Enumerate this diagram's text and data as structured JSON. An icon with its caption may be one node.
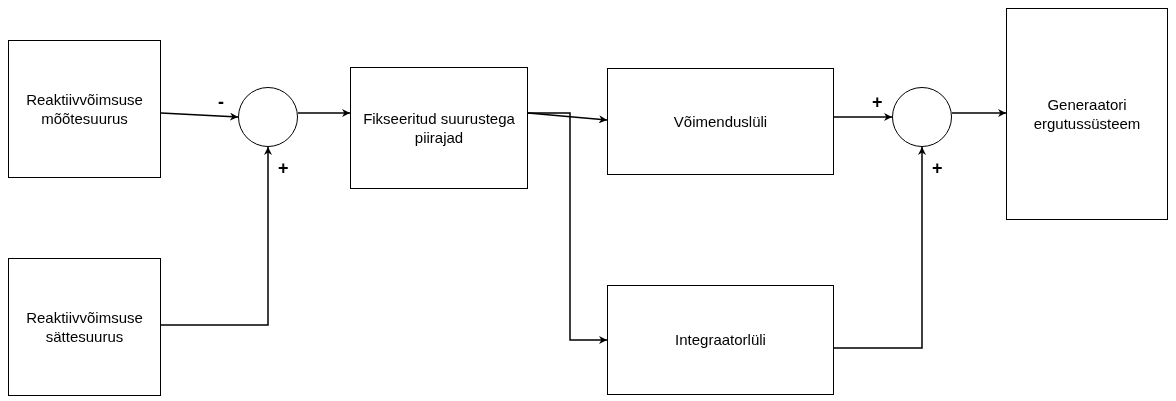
{
  "diagram": {
    "nodes": [
      {
        "text": [
          "Reaktiivvõimsuse mõõtesuurus"
        ]
      },
      {
        "text": [],
        "shape": "circle"
      },
      {
        "text": [
          "Fikseeritud suurustega piirajad"
        ]
      },
      {
        "text": [
          "Võimenduslüli"
        ]
      },
      {
        "text": [],
        "shape": "circle"
      },
      {
        "text": [
          "Generaatori ergutussüsteem"
        ]
      },
      {
        "text": [
          "Reaktiivvõimsuse sättesuurus"
        ]
      },
      {
        "text": [
          "Integraatorlüli"
        ]
      }
    ],
    "edges": [
      {
        "from": 0,
        "to": 1,
        "arrow": "to",
        "label": "-"
      },
      {
        "from": 6,
        "to": 1,
        "arrow": "to",
        "label": "+"
      },
      {
        "from": 1,
        "to": 2,
        "arrow": "to"
      },
      {
        "from": 2,
        "to": 3,
        "arrow": "to"
      },
      {
        "from": 2,
        "to": 7,
        "arrow": "to"
      },
      {
        "from": 3,
        "to": 4,
        "arrow": "to",
        "label": "+"
      },
      {
        "from": 7,
        "to": 4,
        "arrow": "to",
        "label": "+"
      },
      {
        "from": 4,
        "to": 5,
        "arrow": "to"
      }
    ]
  }
}
